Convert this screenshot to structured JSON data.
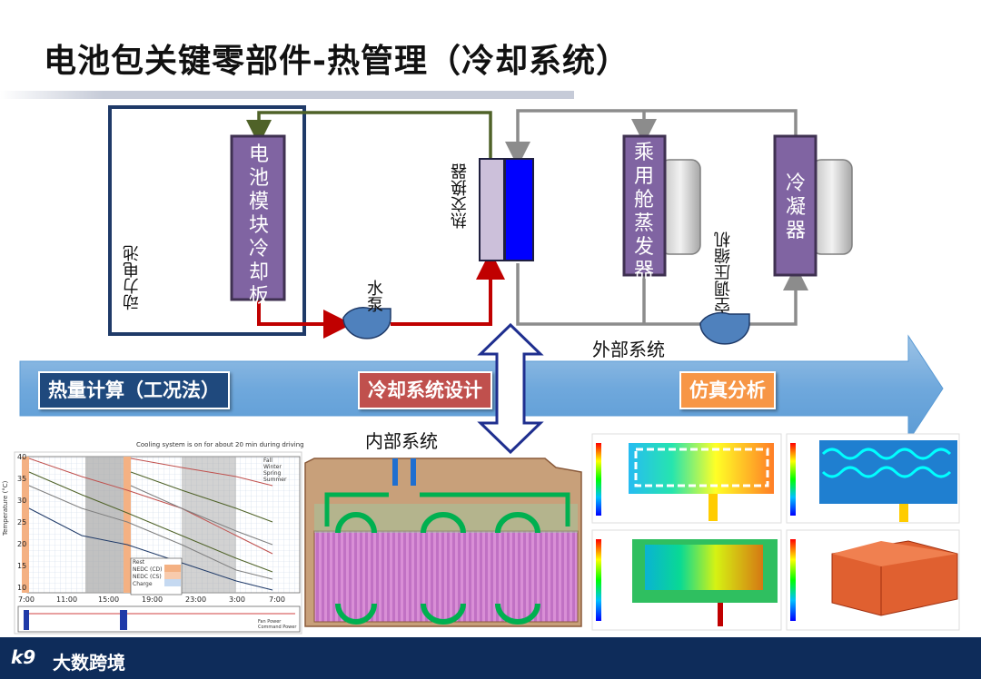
{
  "title": "电池包关键零部件-热管理（冷却系统）",
  "diagram": {
    "battery_label": "动力电池",
    "module_plate_chars": [
      "电",
      "池",
      "模",
      "块",
      "冷",
      "却",
      "板"
    ],
    "pump_label": "水泵",
    "heat_exchanger_label": "热交换器",
    "evaporator_chars": [
      "乘",
      "用",
      "舱",
      "蒸",
      "发",
      "器"
    ],
    "compressor_label": "空调压缩机",
    "condenser_chars": [
      "冷",
      "凝",
      "器"
    ],
    "external_system_label": "外部系统",
    "internal_system_label": "内部系统"
  },
  "process": {
    "step1": "热量计算（工况法）",
    "step2": "冷却系统设计",
    "step3": "仿真分析"
  },
  "chart": {
    "annotation": "Cooling system is on for about 20 min during driving",
    "y_label": "Temperature (°C)",
    "y_ticks": [
      "40",
      "35",
      "30",
      "25",
      "20",
      "15",
      "10"
    ],
    "x_ticks": [
      "7:00",
      "11:00",
      "15:00",
      "19:00",
      "23:00",
      "3:00",
      "7:00"
    ],
    "legend": [
      "Fall",
      "Winter",
      "Spring",
      "Summer"
    ],
    "key": [
      "Rest",
      "NEDC (CD)",
      "NEDC (CS)",
      "Charge"
    ],
    "key_colors": [
      "#ffffff",
      "#f4b183",
      "#f8cbad",
      "#c5d9f1"
    ],
    "bottom_legend": [
      "Fan Power",
      "Command Power"
    ]
  },
  "colors": {
    "outline_blue": "#1f3a68",
    "red_pipe": "#c00000",
    "green_pipe": "#4f6228",
    "gray_pipe": "#8c8c8c",
    "module_purple": "#8064a2",
    "arrow_band": "#6fa8dc",
    "badge_blue": "#1f497d",
    "badge_red": "#c0504d",
    "badge_orange": "#f79646",
    "footer": "#0e2c5a"
  },
  "footer": {
    "brand": "大数跨境",
    "logo": "k9"
  }
}
